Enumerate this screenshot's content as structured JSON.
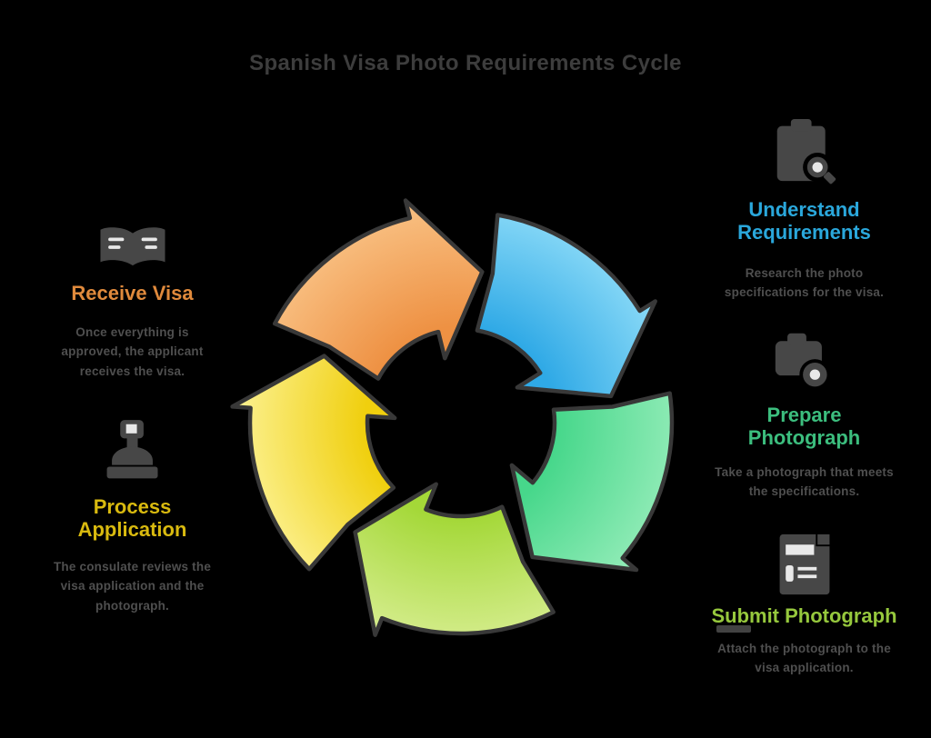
{
  "title": "Spanish Visa Photo Requirements Cycle",
  "colors": {
    "background": "#000000",
    "title_text": "#3d3d3d",
    "desc_text": "#4f4f4f",
    "icon_gray": "#474747",
    "outline": "#383838",
    "blue": "#2aa7db",
    "green": "#3cbe7e",
    "lime": "#96c83d",
    "yellow": "#d9ba0f",
    "orange": "#e08a3c"
  },
  "diagram": {
    "type": "circular-arrow-cycle",
    "direction": "clockwise",
    "segments": [
      {
        "name": "arrow-segment-blue",
        "step": "Understand Requirements",
        "start": 278,
        "inner": "#2fa9e6",
        "outer": "#8edcf8"
      },
      {
        "name": "arrow-segment-green",
        "step": "Prepare Photograph",
        "start": 350,
        "inner": "#47d78b",
        "outer": "#96edba"
      },
      {
        "name": "arrow-segment-lime",
        "step": "Submit Photograph",
        "start": 62,
        "inner": "#a4d838",
        "outer": "#d8ee92"
      },
      {
        "name": "arrow-segment-yellow",
        "step": "Process Application",
        "start": 134,
        "inner": "#f0cf0e",
        "outer": "#fcf294"
      },
      {
        "name": "arrow-segment-orange",
        "step": "Receive Visa",
        "start": 206,
        "inner": "#ee9143",
        "outer": "#f9c285"
      }
    ]
  },
  "steps": [
    {
      "label": "Understand Requirements",
      "color": "#2aa7db",
      "desc": "Research the photo specifications for the visa."
    },
    {
      "label": "Prepare Photograph",
      "color": "#3cbe7e",
      "desc": "Take a photograph that meets the specifications."
    },
    {
      "label": "Submit Photograph",
      "color": "#96c83d",
      "desc": "Attach the photograph to the visa application."
    },
    {
      "label": "Process Application",
      "color": "#d9ba0f",
      "desc": "The consulate reviews the visa application and the photograph."
    },
    {
      "label": "Receive Visa",
      "color": "#e08a3c",
      "desc": "Once everything is approved, the applicant receives the visa."
    }
  ]
}
